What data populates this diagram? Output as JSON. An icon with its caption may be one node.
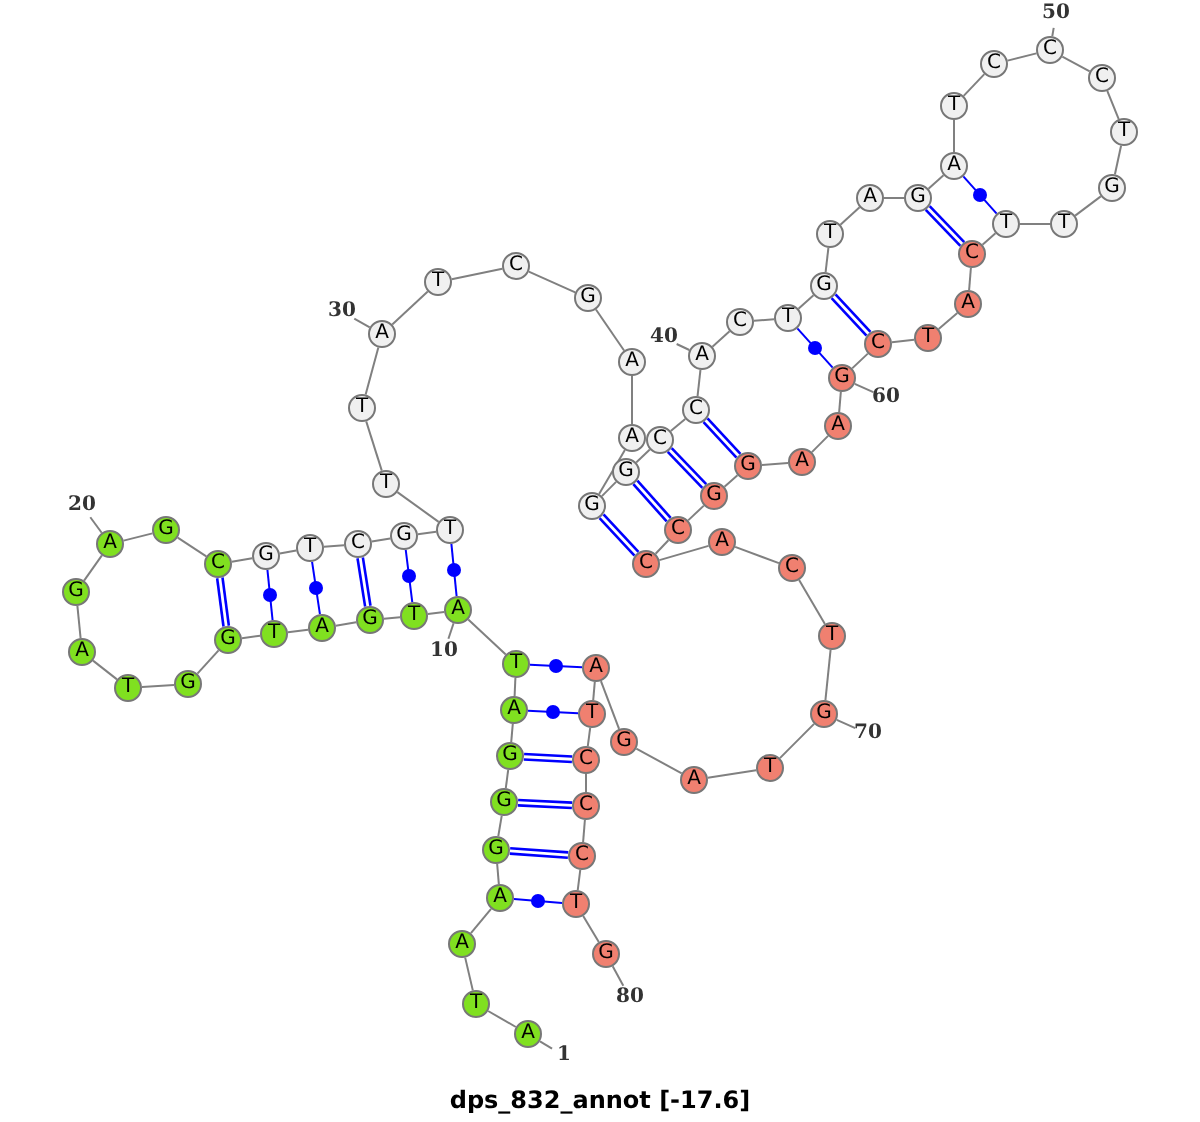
{
  "diagram": {
    "title": "dps_832_annot [-17.6]",
    "nodes": [
      {
        "text": [
          "A"
        ]
      },
      {
        "text": [
          "T"
        ]
      },
      {
        "text": [
          "A"
        ]
      },
      {
        "text": [
          "A"
        ]
      },
      {
        "text": [
          "G"
        ]
      },
      {
        "text": [
          "G"
        ]
      },
      {
        "text": [
          "G"
        ]
      },
      {
        "text": [
          "A"
        ]
      },
      {
        "text": [
          "T"
        ]
      },
      {
        "text": [
          "A"
        ]
      },
      {
        "text": [
          "T"
        ]
      },
      {
        "text": [
          "G"
        ]
      },
      {
        "text": [
          "A"
        ]
      },
      {
        "text": [
          "T"
        ]
      },
      {
        "text": [
          "G"
        ]
      },
      {
        "text": [
          "G"
        ]
      },
      {
        "text": [
          "T"
        ]
      },
      {
        "text": [
          "A"
        ]
      },
      {
        "text": [
          "G"
        ]
      },
      {
        "text": [
          "A"
        ]
      },
      {
        "text": [
          "G"
        ]
      },
      {
        "text": [
          "C"
        ]
      },
      {
        "text": [
          "G"
        ]
      },
      {
        "text": [
          "T"
        ]
      },
      {
        "text": [
          "C"
        ]
      },
      {
        "text": [
          "G"
        ]
      },
      {
        "text": [
          "T"
        ]
      },
      {
        "text": [
          "T"
        ]
      },
      {
        "text": [
          "T"
        ]
      },
      {
        "text": [
          "A"
        ]
      },
      {
        "text": [
          "T"
        ]
      },
      {
        "text": [
          "C"
        ]
      },
      {
        "text": [
          "G"
        ]
      },
      {
        "text": [
          "A"
        ]
      },
      {
        "text": [
          "A"
        ]
      },
      {
        "text": [
          "G"
        ]
      },
      {
        "text": [
          "G"
        ]
      },
      {
        "text": [
          "C"
        ]
      },
      {
        "text": [
          "C"
        ]
      },
      {
        "text": [
          "A"
        ]
      },
      {
        "text": [
          "C"
        ]
      },
      {
        "text": [
          "T"
        ]
      },
      {
        "text": [
          "G"
        ]
      },
      {
        "text": [
          "T"
        ]
      },
      {
        "text": [
          "A"
        ]
      },
      {
        "text": [
          "G"
        ]
      },
      {
        "text": [
          "A"
        ]
      },
      {
        "text": [
          "T"
        ]
      },
      {
        "text": [
          "C"
        ]
      },
      {
        "text": [
          "C"
        ]
      },
      {
        "text": [
          "C"
        ]
      },
      {
        "text": [
          "T"
        ]
      },
      {
        "text": [
          "G"
        ]
      },
      {
        "text": [
          "T"
        ]
      },
      {
        "text": [
          "T"
        ]
      },
      {
        "text": [
          "C"
        ]
      },
      {
        "text": [
          "A"
        ]
      },
      {
        "text": [
          "T"
        ]
      },
      {
        "text": [
          "C"
        ]
      },
      {
        "text": [
          "G"
        ]
      },
      {
        "text": [
          "A"
        ]
      },
      {
        "text": [
          "A"
        ]
      },
      {
        "text": [
          "G"
        ]
      },
      {
        "text": [
          "G"
        ]
      },
      {
        "text": [
          "C"
        ]
      },
      {
        "text": [
          "C"
        ]
      },
      {
        "text": [
          "A"
        ]
      },
      {
        "text": [
          "C"
        ]
      },
      {
        "text": [
          "T"
        ]
      },
      {
        "text": [
          "G"
        ]
      },
      {
        "text": [
          "T"
        ]
      },
      {
        "text": [
          "A"
        ]
      },
      {
        "text": [
          "G"
        ]
      },
      {
        "text": [
          "A"
        ]
      },
      {
        "text": [
          "T"
        ]
      },
      {
        "text": [
          "C"
        ]
      },
      {
        "text": [
          "C"
        ]
      },
      {
        "text": [
          "C"
        ]
      },
      {
        "text": [
          "T"
        ]
      },
      {
        "text": [
          "G"
        ]
      },
      {
        "text": [
          "1"
        ]
      },
      {
        "text": [
          "10"
        ]
      },
      {
        "text": [
          "20"
        ]
      },
      {
        "text": [
          "30"
        ]
      },
      {
        "text": [
          "40"
        ]
      },
      {
        "text": [
          "50"
        ]
      },
      {
        "text": [
          "60"
        ]
      },
      {
        "text": [
          "70"
        ]
      },
      {
        "text": [
          "80"
        ]
      }
    ],
    "edges": [
      {
        "from": 0,
        "to": 1,
        "arrow": "none"
      },
      {
        "from": 1,
        "to": 2,
        "arrow": "none"
      },
      {
        "from": 2,
        "to": 3,
        "arrow": "none"
      },
      {
        "from": 3,
        "to": 4,
        "arrow": "none"
      },
      {
        "from": 4,
        "to": 5,
        "arrow": "none"
      },
      {
        "from": 5,
        "to": 6,
        "arrow": "none"
      },
      {
        "from": 6,
        "to": 7,
        "arrow": "none"
      },
      {
        "from": 7,
        "to": 8,
        "arrow": "none"
      },
      {
        "from": 8,
        "to": 9,
        "arrow": "none"
      },
      {
        "from": 9,
        "to": 10,
        "arrow": "none"
      },
      {
        "from": 10,
        "to": 11,
        "arrow": "none"
      },
      {
        "from": 11,
        "to": 12,
        "arrow": "none"
      },
      {
        "from": 12,
        "to": 13,
        "arrow": "none"
      },
      {
        "from": 13,
        "to": 14,
        "arrow": "none"
      },
      {
        "from": 14,
        "to": 15,
        "arrow": "none"
      },
      {
        "from": 15,
        "to": 16,
        "arrow": "none"
      },
      {
        "from": 16,
        "to": 17,
        "arrow": "none"
      },
      {
        "from": 17,
        "to": 18,
        "arrow": "none"
      },
      {
        "from": 18,
        "to": 19,
        "arrow": "none"
      },
      {
        "from": 19,
        "to": 20,
        "arrow": "none"
      },
      {
        "from": 20,
        "to": 21,
        "arrow": "none"
      },
      {
        "from": 21,
        "to": 22,
        "arrow": "none"
      },
      {
        "from": 22,
        "to": 23,
        "arrow": "none"
      },
      {
        "from": 23,
        "to": 24,
        "arrow": "none"
      },
      {
        "from": 24,
        "to": 25,
        "arrow": "none"
      },
      {
        "from": 25,
        "to": 26,
        "arrow": "none"
      },
      {
        "from": 26,
        "to": 27,
        "arrow": "none"
      },
      {
        "from": 27,
        "to": 28,
        "arrow": "none"
      },
      {
        "from": 28,
        "to": 29,
        "arrow": "none"
      },
      {
        "from": 29,
        "to": 30,
        "arrow": "none"
      },
      {
        "from": 30,
        "to": 31,
        "arrow": "none"
      },
      {
        "from": 31,
        "to": 32,
        "arrow": "none"
      },
      {
        "from": 32,
        "to": 33,
        "arrow": "none"
      },
      {
        "from": 33,
        "to": 34,
        "arrow": "none"
      },
      {
        "from": 34,
        "to": 35,
        "arrow": "none"
      },
      {
        "from": 35,
        "to": 36,
        "arrow": "none"
      },
      {
        "from": 36,
        "to": 37,
        "arrow": "none"
      },
      {
        "from": 37,
        "to": 38,
        "arrow": "none"
      },
      {
        "from": 38,
        "to": 39,
        "arrow": "none"
      },
      {
        "from": 39,
        "to": 40,
        "arrow": "none"
      },
      {
        "from": 40,
        "to": 41,
        "arrow": "none"
      },
      {
        "from": 41,
        "to": 42,
        "arrow": "none"
      },
      {
        "from": 42,
        "to": 43,
        "arrow": "none"
      },
      {
        "from": 43,
        "to": 44,
        "arrow": "none"
      },
      {
        "from": 44,
        "to": 45,
        "arrow": "none"
      },
      {
        "from": 45,
        "to": 46,
        "arrow": "none"
      },
      {
        "from": 46,
        "to": 47,
        "arrow": "none"
      },
      {
        "from": 47,
        "to": 48,
        "arrow": "none"
      },
      {
        "from": 48,
        "to": 49,
        "arrow": "none"
      },
      {
        "from": 49,
        "to": 50,
        "arrow": "none"
      },
      {
        "from": 50,
        "to": 51,
        "arrow": "none"
      },
      {
        "from": 51,
        "to": 52,
        "arrow": "none"
      },
      {
        "from": 52,
        "to": 53,
        "arrow": "none"
      },
      {
        "from": 53,
        "to": 54,
        "arrow": "none"
      },
      {
        "from": 54,
        "to": 55,
        "arrow": "none"
      },
      {
        "from": 55,
        "to": 56,
        "arrow": "none"
      },
      {
        "from": 56,
        "to": 57,
        "arrow": "none"
      },
      {
        "from": 57,
        "to": 58,
        "arrow": "none"
      },
      {
        "from": 58,
        "to": 59,
        "arrow": "none"
      },
      {
        "from": 59,
        "to": 60,
        "arrow": "none"
      },
      {
        "from": 60,
        "to": 61,
        "arrow": "none"
      },
      {
        "from": 61,
        "to": 62,
        "arrow": "none"
      },
      {
        "from": 62,
        "to": 63,
        "arrow": "none"
      },
      {
        "from": 63,
        "to": 64,
        "arrow": "none"
      },
      {
        "from": 64,
        "to": 65,
        "arrow": "none"
      },
      {
        "from": 65,
        "to": 66,
        "arrow": "none"
      },
      {
        "from": 66,
        "to": 67,
        "arrow": "none"
      },
      {
        "from": 67,
        "to": 68,
        "arrow": "none"
      },
      {
        "from": 68,
        "to": 69,
        "arrow": "none"
      },
      {
        "from": 69,
        "to": 70,
        "arrow": "none"
      },
      {
        "from": 70,
        "to": 71,
        "arrow": "none"
      },
      {
        "from": 71,
        "to": 72,
        "arrow": "none"
      },
      {
        "from": 72,
        "to": 73,
        "arrow": "none"
      },
      {
        "from": 73,
        "to": 74,
        "arrow": "none"
      },
      {
        "from": 74,
        "to": 75,
        "arrow": "none"
      },
      {
        "from": 75,
        "to": 76,
        "arrow": "none"
      },
      {
        "from": 76,
        "to": 77,
        "arrow": "none"
      },
      {
        "from": 77,
        "to": 78,
        "arrow": "none"
      },
      {
        "from": 78,
        "to": 79,
        "arrow": "none"
      },
      {
        "from": 3,
        "to": 78,
        "arrow": "none",
        "color": "#0000ff"
      },
      {
        "from": 4,
        "to": 77,
        "arrow": "none",
        "style": "thick",
        "color": "#0000ff"
      },
      {
        "from": 5,
        "to": 76,
        "arrow": "none",
        "style": "thick",
        "color": "#0000ff"
      },
      {
        "from": 6,
        "to": 75,
        "arrow": "none",
        "style": "thick",
        "color": "#0000ff"
      },
      {
        "from": 7,
        "to": 74,
        "arrow": "none",
        "color": "#0000ff"
      },
      {
        "from": 8,
        "to": 73,
        "arrow": "none",
        "color": "#0000ff"
      },
      {
        "from": 9,
        "to": 26,
        "arrow": "none",
        "color": "#0000ff"
      },
      {
        "from": 10,
        "to": 25,
        "arrow": "none",
        "color": "#0000ff"
      },
      {
        "from": 11,
        "to": 24,
        "arrow": "none",
        "style": "thick",
        "color": "#0000ff"
      },
      {
        "from": 12,
        "to": 23,
        "arrow": "none",
        "color": "#0000ff"
      },
      {
        "from": 13,
        "to": 22,
        "arrow": "none",
        "color": "#0000ff"
      },
      {
        "from": 14,
        "to": 21,
        "arrow": "none",
        "style": "thick",
        "color": "#0000ff"
      },
      {
        "from": 35,
        "to": 65,
        "arrow": "none",
        "style": "thick",
        "color": "#0000ff"
      },
      {
        "from": 36,
        "to": 64,
        "arrow": "none",
        "style": "thick",
        "color": "#0000ff"
      },
      {
        "from": 37,
        "to": 63,
        "arrow": "none",
        "style": "thick",
        "color": "#0000ff"
      },
      {
        "from": 38,
        "to": 62,
        "arrow": "none",
        "style": "thick",
        "color": "#0000ff"
      },
      {
        "from": 41,
        "to": 59,
        "arrow": "none",
        "color": "#0000ff"
      },
      {
        "from": 42,
        "to": 58,
        "arrow": "none",
        "style": "thick",
        "color": "#0000ff"
      },
      {
        "from": 45,
        "to": 55,
        "arrow": "none",
        "style": "thick",
        "color": "#0000ff"
      },
      {
        "from": 46,
        "to": 54,
        "arrow": "none",
        "color": "#0000ff"
      },
      {
        "from": 80,
        "to": 0,
        "arrow": "none"
      },
      {
        "from": 81,
        "to": 9,
        "arrow": "none"
      },
      {
        "from": 82,
        "to": 19,
        "arrow": "none"
      },
      {
        "from": 83,
        "to": 29,
        "arrow": "none"
      },
      {
        "from": 84,
        "to": 39,
        "arrow": "none"
      },
      {
        "from": 85,
        "to": 49,
        "arrow": "none"
      },
      {
        "from": 86,
        "to": 59,
        "arrow": "none"
      },
      {
        "from": 87,
        "to": 69,
        "arrow": "none"
      },
      {
        "from": 88,
        "to": 79,
        "arrow": "none"
      }
    ]
  }
}
